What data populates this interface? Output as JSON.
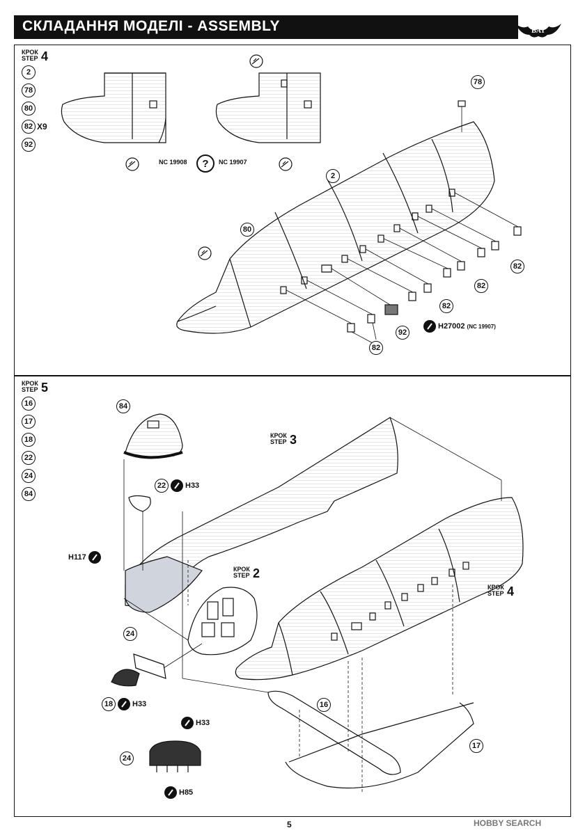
{
  "header": {
    "title": "СКЛАДАННЯ МОДЕЛІ - ASSEMBLY",
    "logo_text": "BAT"
  },
  "step4": {
    "krok": "КРОК",
    "step": "STEP",
    "number": "4",
    "parts": [
      {
        "id": "2",
        "qty": ""
      },
      {
        "id": "78",
        "qty": ""
      },
      {
        "id": "80",
        "qty": ""
      },
      {
        "id": "82",
        "qty": "X9"
      },
      {
        "id": "92",
        "qty": ""
      }
    ],
    "variant_left": "NC 19908",
    "variant_question": "?",
    "variant_right": "NC 19907",
    "callouts": {
      "p78": "78",
      "p2": "2",
      "p80": "80",
      "p82a": "82",
      "p82b": "82",
      "p82c": "82",
      "p82d": "82",
      "p92": "92",
      "paint_code": "H27002",
      "paint_note": "(NC 19907)"
    }
  },
  "step5": {
    "krok": "КРОК",
    "step": "STEP",
    "number": "5",
    "parts": [
      {
        "id": "16"
      },
      {
        "id": "17"
      },
      {
        "id": "18"
      },
      {
        "id": "22"
      },
      {
        "id": "24"
      },
      {
        "id": "84"
      }
    ],
    "ref_step3": {
      "krok": "КРОК",
      "step": "STEP",
      "number": "3"
    },
    "ref_step2": {
      "krok": "КРОК",
      "step": "STEP",
      "number": "2"
    },
    "ref_step4": {
      "krok": "КРОК",
      "step": "STEP",
      "number": "4"
    },
    "callouts": {
      "p84": "84",
      "p22": "22",
      "h33_a": "H33",
      "h117": "H117",
      "p24a": "24",
      "p18": "18",
      "h33_b": "H33",
      "h33_c": "H33",
      "p24b": "24",
      "h85": "H85",
      "p16": "16",
      "p17": "17"
    }
  },
  "footer": {
    "page_number": "5",
    "watermark": "HOBBY SEARCH"
  },
  "colors": {
    "ink": "#111111",
    "shade": "#d0d4dc",
    "background": "#ffffff"
  }
}
